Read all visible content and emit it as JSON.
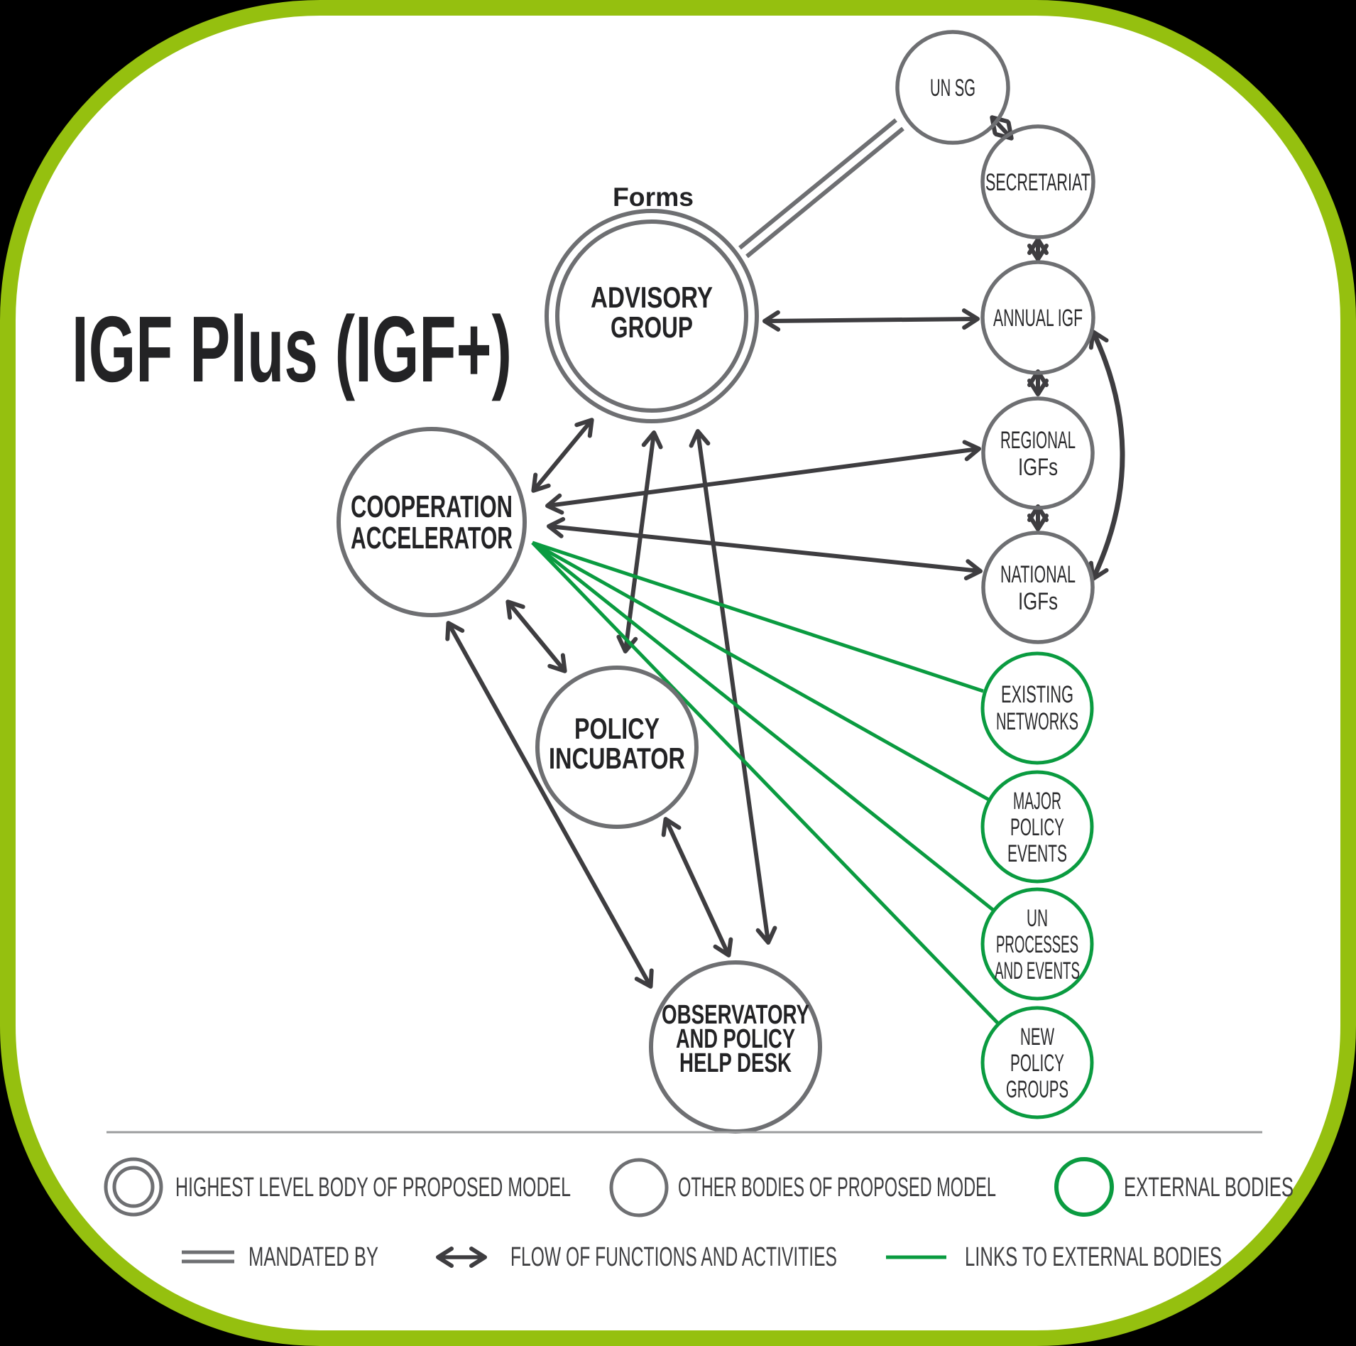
{
  "title": "IGF Plus (IGF+)",
  "annotation": {
    "forms": "Forms"
  },
  "nodes": {
    "un_sg": {
      "lines": [
        "UN SG"
      ]
    },
    "secretariat": {
      "lines": [
        "SECRETARIAT"
      ]
    },
    "annual_igf": {
      "lines": [
        "ANNUAL IGF"
      ]
    },
    "regional_igfs": {
      "lines": [
        "REGIONAL",
        "IGFs"
      ]
    },
    "national_igfs": {
      "lines": [
        "NATIONAL",
        "IGFs"
      ]
    },
    "existing_networks": {
      "lines": [
        "EXISTING",
        "NETWORKS"
      ]
    },
    "major_policy_events": {
      "lines": [
        "MAJOR",
        "POLICY",
        "EVENTS"
      ]
    },
    "un_processes_and_events": {
      "lines": [
        "UN",
        "PROCESSES",
        "AND EVENTS"
      ]
    },
    "new_policy_groups": {
      "lines": [
        "NEW",
        "POLICY",
        "GROUPS"
      ]
    },
    "advisory_group": {
      "lines": [
        "ADVISORY",
        "GROUP"
      ]
    },
    "cooperation_accelerator": {
      "lines": [
        "COOPERATION",
        "ACCELERATOR"
      ]
    },
    "policy_incubator": {
      "lines": [
        "POLICY",
        "INCUBATOR"
      ]
    },
    "observatory_policy_help_desk": {
      "lines": [
        "OBSERVATORY",
        "AND POLICY",
        "HELP DESK"
      ]
    }
  },
  "legend": {
    "highest_level_body": "HIGHEST LEVEL BODY OF PROPOSED MODEL",
    "other_bodies": "OTHER BODIES OF PROPOSED MODEL",
    "external_bodies": "EXTERNAL BODIES",
    "mandated_by": "MANDATED BY",
    "flow_of_functions": "FLOW OF FUNCTIONS AND ACTIVITIES",
    "links_to_external": "LINKS TO EXTERNAL BODIES"
  },
  "colors": {
    "frame_green": "#95c00f",
    "external_green": "#0a9b40",
    "node_gray": "#6e6f72",
    "arrow_dark": "#3e3d40",
    "text_dark": "#2a2a2c",
    "divider_gray": "#9b9c9e",
    "card_background": "#ffffff",
    "outer_background": "#000000"
  }
}
